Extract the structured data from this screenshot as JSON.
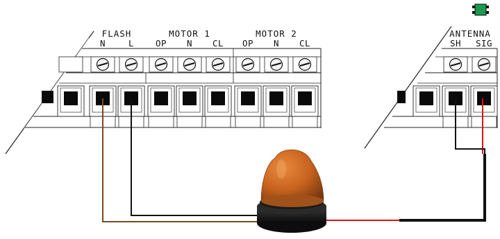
{
  "left_strip": {
    "groups": [
      {
        "name": "FLASH",
        "terminals": [
          "N",
          "L"
        ]
      },
      {
        "name": "MOTOR 1",
        "terminals": [
          "OP",
          "N",
          "CL"
        ]
      },
      {
        "name": "MOTOR 2",
        "terminals": [
          "OP",
          "N",
          "CL"
        ]
      }
    ]
  },
  "right_strip": {
    "groups": [
      {
        "name": "ANTENNA",
        "terminals": [
          "SH",
          "SIG"
        ]
      }
    ]
  },
  "colors": {
    "wire_brown": "#7a4a1e",
    "wire_black": "#111111",
    "wire_red": "#e01010",
    "lamp_dome": "#c8621e",
    "lamp_base": "#1a1a1a",
    "indicator": "#1a9a50"
  },
  "icons": {
    "flash_lamp": "warning-lamp-icon",
    "indicator": "component-chip-icon"
  }
}
